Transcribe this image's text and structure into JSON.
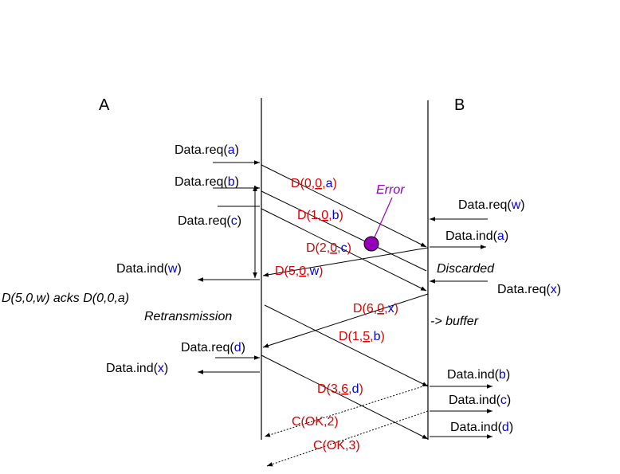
{
  "entities": {
    "a": "A",
    "b": "B"
  },
  "a_side": {
    "req_a": {
      "pre": "Data.req(",
      "arg": "a",
      "post": ")"
    },
    "req_b": {
      "pre": "Data.req(",
      "arg": "b",
      "post": ")"
    },
    "req_c": {
      "pre": "Data.req(",
      "arg": "c",
      "post": ")"
    },
    "ind_w": {
      "pre": "Data.ind(",
      "arg": "w",
      "post": ")"
    },
    "ack_note": "D(5,0,w) acks D(0,0,a)",
    "retransmission": "Retransmission",
    "req_d": {
      "pre": "Data.req(",
      "arg": "d",
      "post": ")"
    },
    "ind_x": {
      "pre": "Data.ind(",
      "arg": "x",
      "post": ")"
    }
  },
  "b_side": {
    "req_w": {
      "pre": "Data.req(",
      "arg": "w",
      "post": ")"
    },
    "ind_a": {
      "pre": "Data.ind(",
      "arg": "a",
      "post": ")"
    },
    "discarded": "Discarded",
    "req_x": {
      "pre": "Data.req(",
      "arg": "x",
      "post": ")"
    },
    "buffer": "-> buffer",
    "ind_b": {
      "pre": "Data.ind(",
      "arg": "b",
      "post": ")"
    },
    "ind_c": {
      "pre": "Data.ind(",
      "arg": "c",
      "post": ")"
    },
    "ind_d": {
      "pre": "Data.ind(",
      "arg": "d",
      "post": ")"
    }
  },
  "error_label": "Error",
  "frames": {
    "d00a": {
      "p1": "D(0,",
      "ack": "0",
      "p2": ",",
      "arg": "a",
      "p3": ")"
    },
    "d10b": {
      "p1": "D(1,",
      "ack": "0",
      "p2": ",",
      "arg": "b",
      "p3": ")"
    },
    "d20c": {
      "p1": "D(2,",
      "ack": "0",
      "p2": ",",
      "arg": "c",
      "p3": ")"
    },
    "d50w": {
      "p1": "D(5,",
      "ack": "0",
      "p2": ",",
      "arg": "w",
      "p3": ")"
    },
    "d60x": {
      "p1": "D(6,",
      "ack": "0",
      "p2": ",",
      "arg": "x",
      "p3": ")"
    },
    "d15b": {
      "p1": "D(1,",
      "ack": "5",
      "p2": ",",
      "arg": "b",
      "p3": ")"
    },
    "d36d": {
      "p1": "D(3,",
      "ack": "6",
      "p2": ",",
      "arg": "d",
      "p3": ")"
    },
    "cok2": "C(OK,2)",
    "cok3": "C(OK,3)"
  },
  "colors": {
    "frame": "#e00000",
    "payload": "#0000e0",
    "error": "#9400b8"
  }
}
